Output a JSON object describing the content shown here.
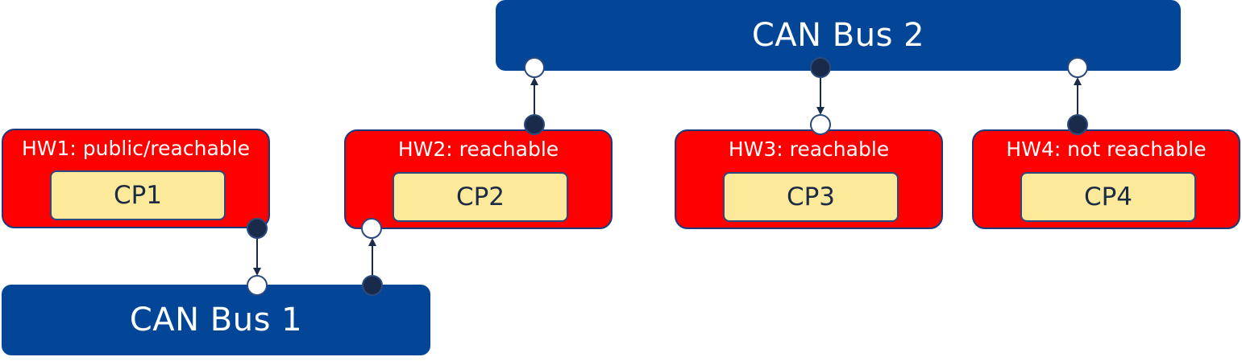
{
  "buses": {
    "bus1": {
      "label": "CAN Bus 1"
    },
    "bus2": {
      "label": "CAN Bus 2"
    }
  },
  "hardware": [
    {
      "title": "HW1: public/reachable",
      "cp": "CP1"
    },
    {
      "title": "HW2: reachable",
      "cp": "CP2"
    },
    {
      "title": "HW3: reachable",
      "cp": "CP3"
    },
    {
      "title": "HW4: not reachable",
      "cp": "CP4"
    }
  ],
  "colors": {
    "bus": "#034698",
    "hardware": "#ff0000",
    "component": "#fce99a",
    "port_filled": "#1a2a4a",
    "port_open": "#ffffff"
  }
}
